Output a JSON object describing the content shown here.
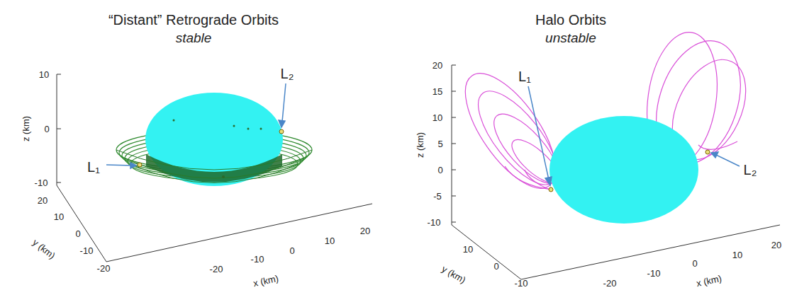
{
  "diagram": {
    "labels": [
      "“Distant” Retrograde Orbits",
      "stable",
      "z (km)",
      "10",
      "0",
      "-10",
      "20",
      "10",
      "0",
      "-10",
      "-20",
      "y (km)",
      "-20",
      "-10",
      "0",
      "10",
      "20",
      "x (km)",
      "L₁",
      "L₂",
      "Halo Orbits",
      "unstable",
      "20",
      "15",
      "10",
      "5",
      "0",
      "-5",
      "-10",
      "z (km)",
      "10",
      "0",
      "-10",
      "y (km)",
      "-20",
      "-10",
      "0",
      "10",
      "20",
      "x (km)",
      "L₁",
      "L₂"
    ]
  }
}
